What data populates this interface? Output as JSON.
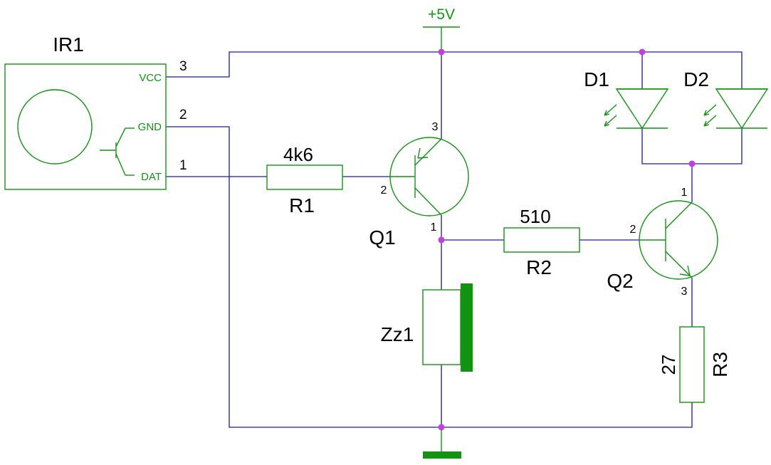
{
  "power": {
    "label": "+5V"
  },
  "ir1": {
    "ref": "IR1",
    "pins": [
      {
        "num": "3",
        "name": "VCC"
      },
      {
        "num": "2",
        "name": "GND"
      },
      {
        "num": "1",
        "name": "DAT"
      }
    ]
  },
  "r1": {
    "ref": "R1",
    "value": "4k6"
  },
  "r2": {
    "ref": "R2",
    "value": "510"
  },
  "r3": {
    "ref": "R3",
    "value": "27"
  },
  "q1": {
    "ref": "Q1",
    "pins": {
      "c": "3",
      "b": "2",
      "e": "1"
    }
  },
  "q2": {
    "ref": "Q2",
    "pins": {
      "c": "1",
      "b": "2",
      "e": "3"
    }
  },
  "d1": {
    "ref": "D1"
  },
  "d2": {
    "ref": "D2"
  },
  "zz1": {
    "ref": "Zz1"
  },
  "colors": {
    "wire": "#1a1aa6",
    "component": "#129412",
    "junction": "#c040e0",
    "text": "#000000"
  }
}
